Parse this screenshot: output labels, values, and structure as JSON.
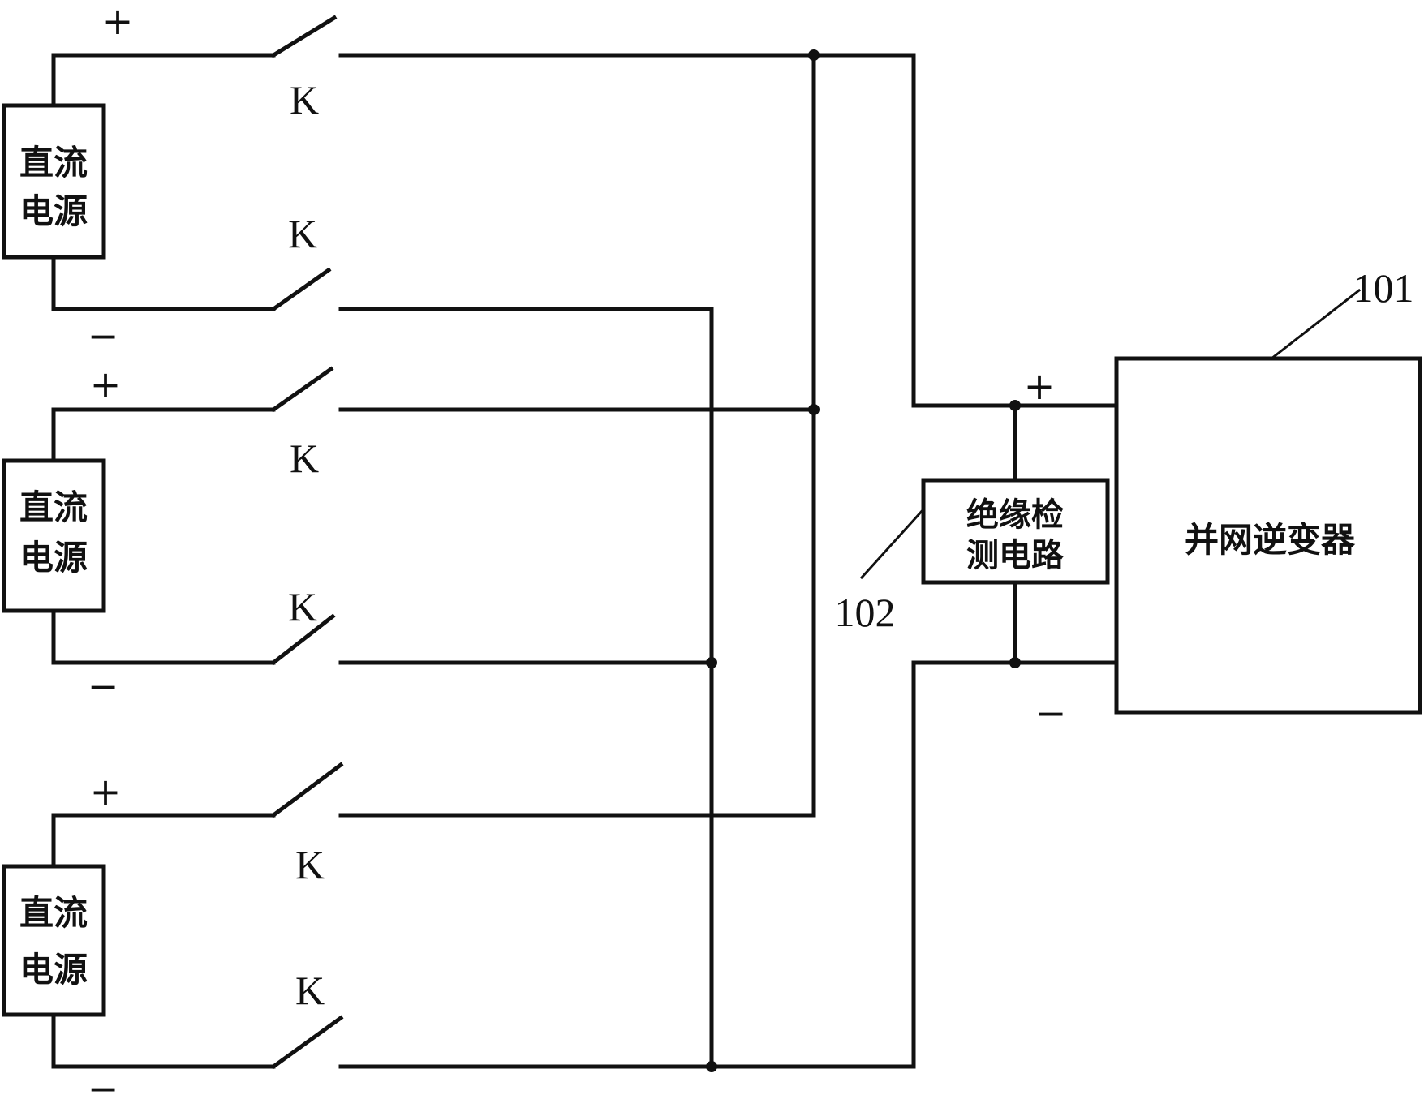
{
  "sources": [
    {
      "line1": "直流",
      "line2": "电源",
      "plus": "+",
      "minus": "−",
      "switch_top": "K",
      "switch_bottom": "K"
    },
    {
      "line1": "直流",
      "line2": "电源",
      "plus": "+",
      "minus": "−",
      "switch_top": "K",
      "switch_bottom": "K"
    },
    {
      "line1": "直流",
      "line2": "电源",
      "plus": "+",
      "minus": "−",
      "switch_top": "K",
      "switch_bottom": "K"
    }
  ],
  "detector": {
    "line1": "绝缘检",
    "line2": "测电路",
    "ref": "102"
  },
  "inverter": {
    "label": "并网逆变器",
    "ref": "101",
    "plus": "+",
    "minus": "−"
  }
}
